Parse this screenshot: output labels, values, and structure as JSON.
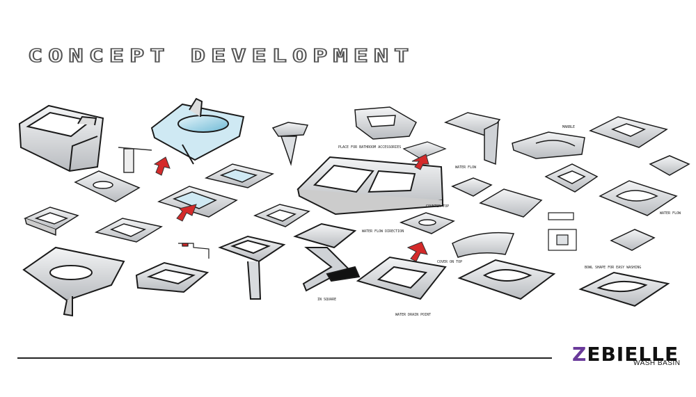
{
  "page": {
    "title": "CONCEPT DEVELOPMENT"
  },
  "brand": {
    "logo_first": "Z",
    "logo_rest": "EBIELLE",
    "subtitle": "WASH BASIN"
  },
  "notes": {
    "counter_top": "COUNTER TOP",
    "place_for_bathroom_accessories": "PLACE FOR BATHROOM ACCESSORIES",
    "water_flow": "WATER FLOW",
    "water_flow_direction": "WATER FLOW DIRECTION",
    "cover_on_top": "COVER ON TOP",
    "in_square": "IN SQUARE",
    "water_drain_point": "WATER DRAIN POINT",
    "marble": "MARBLE",
    "water_flow_right": "WATER FLOW",
    "extended_note": "BOWL SHAPE FOR EASY WASHING"
  },
  "colors": {
    "sketch_line": "#1a1a1a",
    "marker_grey": "#c9ccd0",
    "marker_blue": "#8ec9e0",
    "accent_red": "#d42a2a",
    "brand_purple": "#6a3a9a"
  }
}
